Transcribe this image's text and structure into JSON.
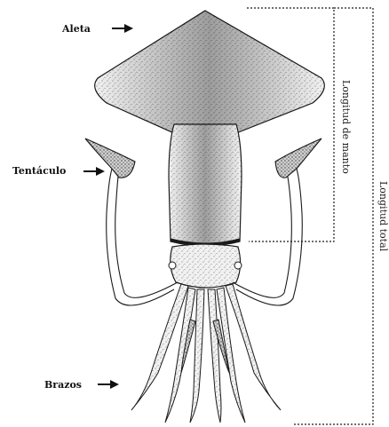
{
  "labels": {
    "fin": "Aleta",
    "tentacle": "Tentáculo",
    "arms": "Brazos",
    "mantle_length": "Longitud de manto",
    "total_length": "Longitud total"
  },
  "colors": {
    "ink": "#1a1a1a",
    "shade": "#8a8a8a",
    "paper": "#ffffff"
  }
}
